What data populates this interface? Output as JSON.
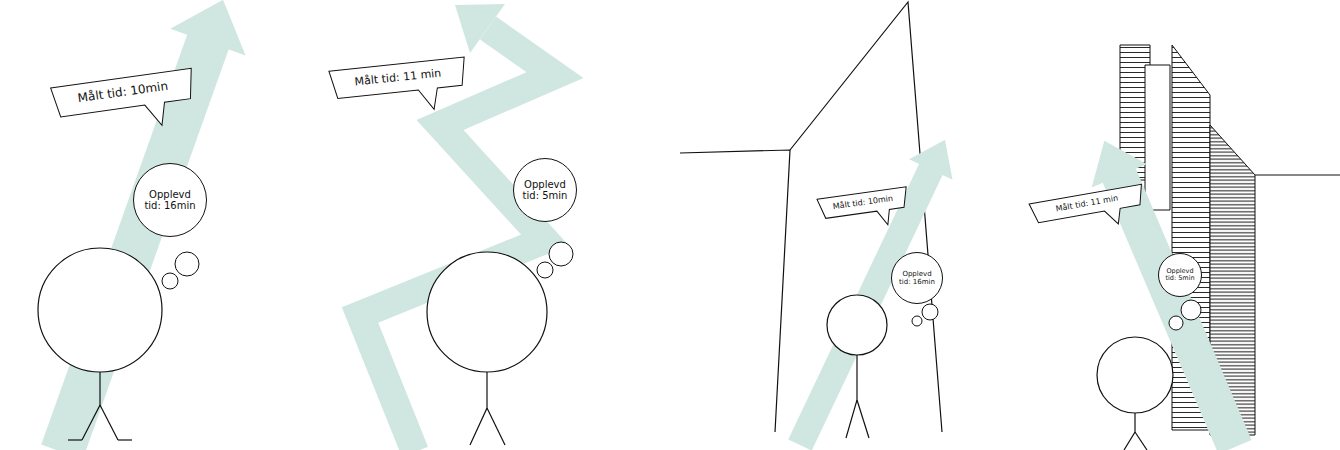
{
  "diagram": {
    "nodes": [
      {
        "text": [
          "Målt tid: 10min"
        ]
      },
      {
        "text": [
          "Opplevd tid: 16min"
        ]
      },
      {
        "text": [
          "Målt tid: 11 min"
        ]
      },
      {
        "text": [
          "Opplevd tid: 5min"
        ]
      },
      {
        "text": [
          "Målt tid: 10min"
        ]
      },
      {
        "text": [
          "Opplevd tid: 16min"
        ]
      },
      {
        "text": [
          "Målt tid: 11 min"
        ]
      },
      {
        "text": [
          "Opplevd tid: 5min"
        ]
      }
    ]
  }
}
